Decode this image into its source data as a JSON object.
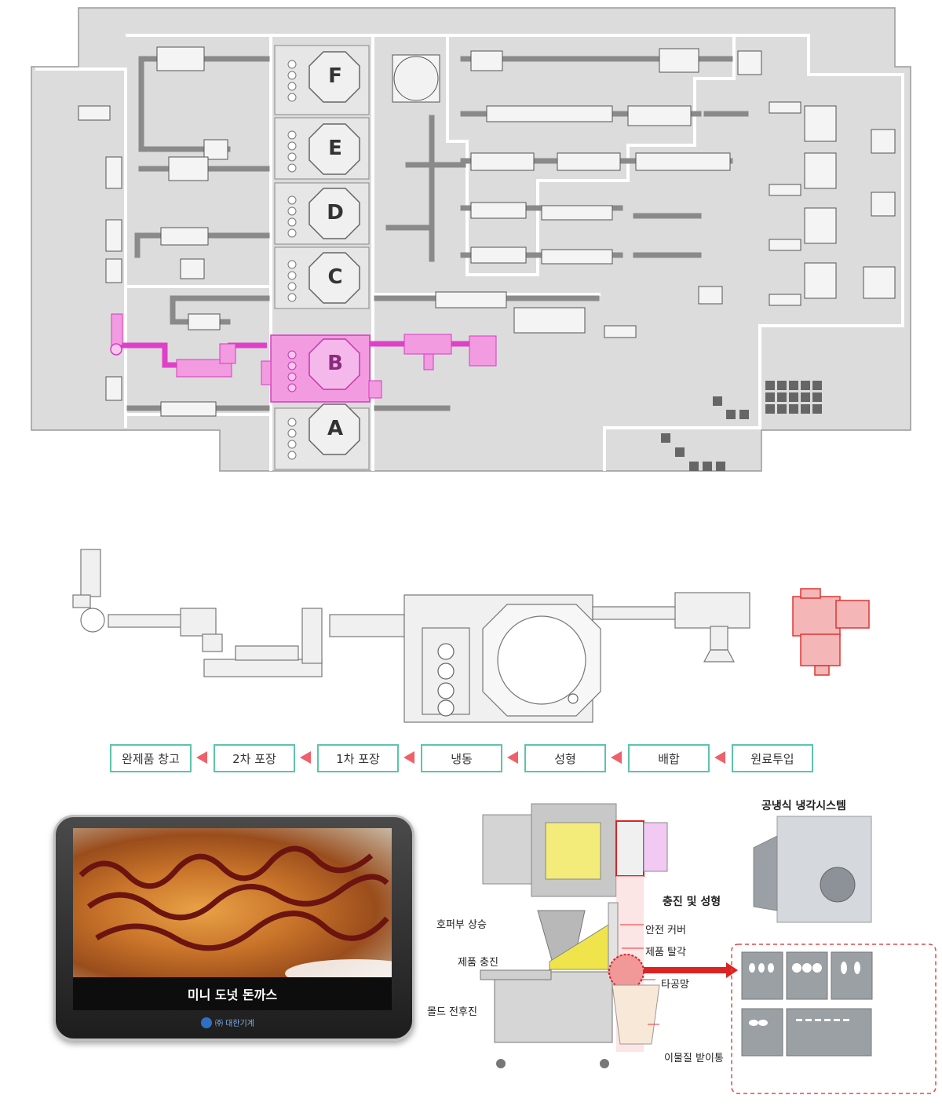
{
  "floorplan": {
    "zones": [
      {
        "letter": "F",
        "highlighted": false
      },
      {
        "letter": "E",
        "highlighted": false
      },
      {
        "letter": "D",
        "highlighted": false
      },
      {
        "letter": "C",
        "highlighted": false
      },
      {
        "letter": "B",
        "highlighted": true
      },
      {
        "letter": "A",
        "highlighted": false
      }
    ],
    "highlight_color": "#e040c8"
  },
  "process": {
    "steps": [
      "완제품 창고",
      "2차 포장",
      "1차 포장",
      "냉동",
      "성형",
      "배합",
      "원료투입"
    ],
    "highlight_color": "#e83a3a"
  },
  "product": {
    "name": "미니 도넛 돈까스",
    "brand": "㈜ 대한기계"
  },
  "machine": {
    "title": "충진 및 성형",
    "cooling_title": "공냉식 냉각시스템",
    "labels": {
      "hopper": "호퍼부 상승",
      "fill": "제품 충진",
      "mold": "몰드 전후진",
      "cover": "안전 커버",
      "release": "제품 탈각",
      "mesh": "타공망",
      "debris": "이물질 받이통"
    }
  }
}
